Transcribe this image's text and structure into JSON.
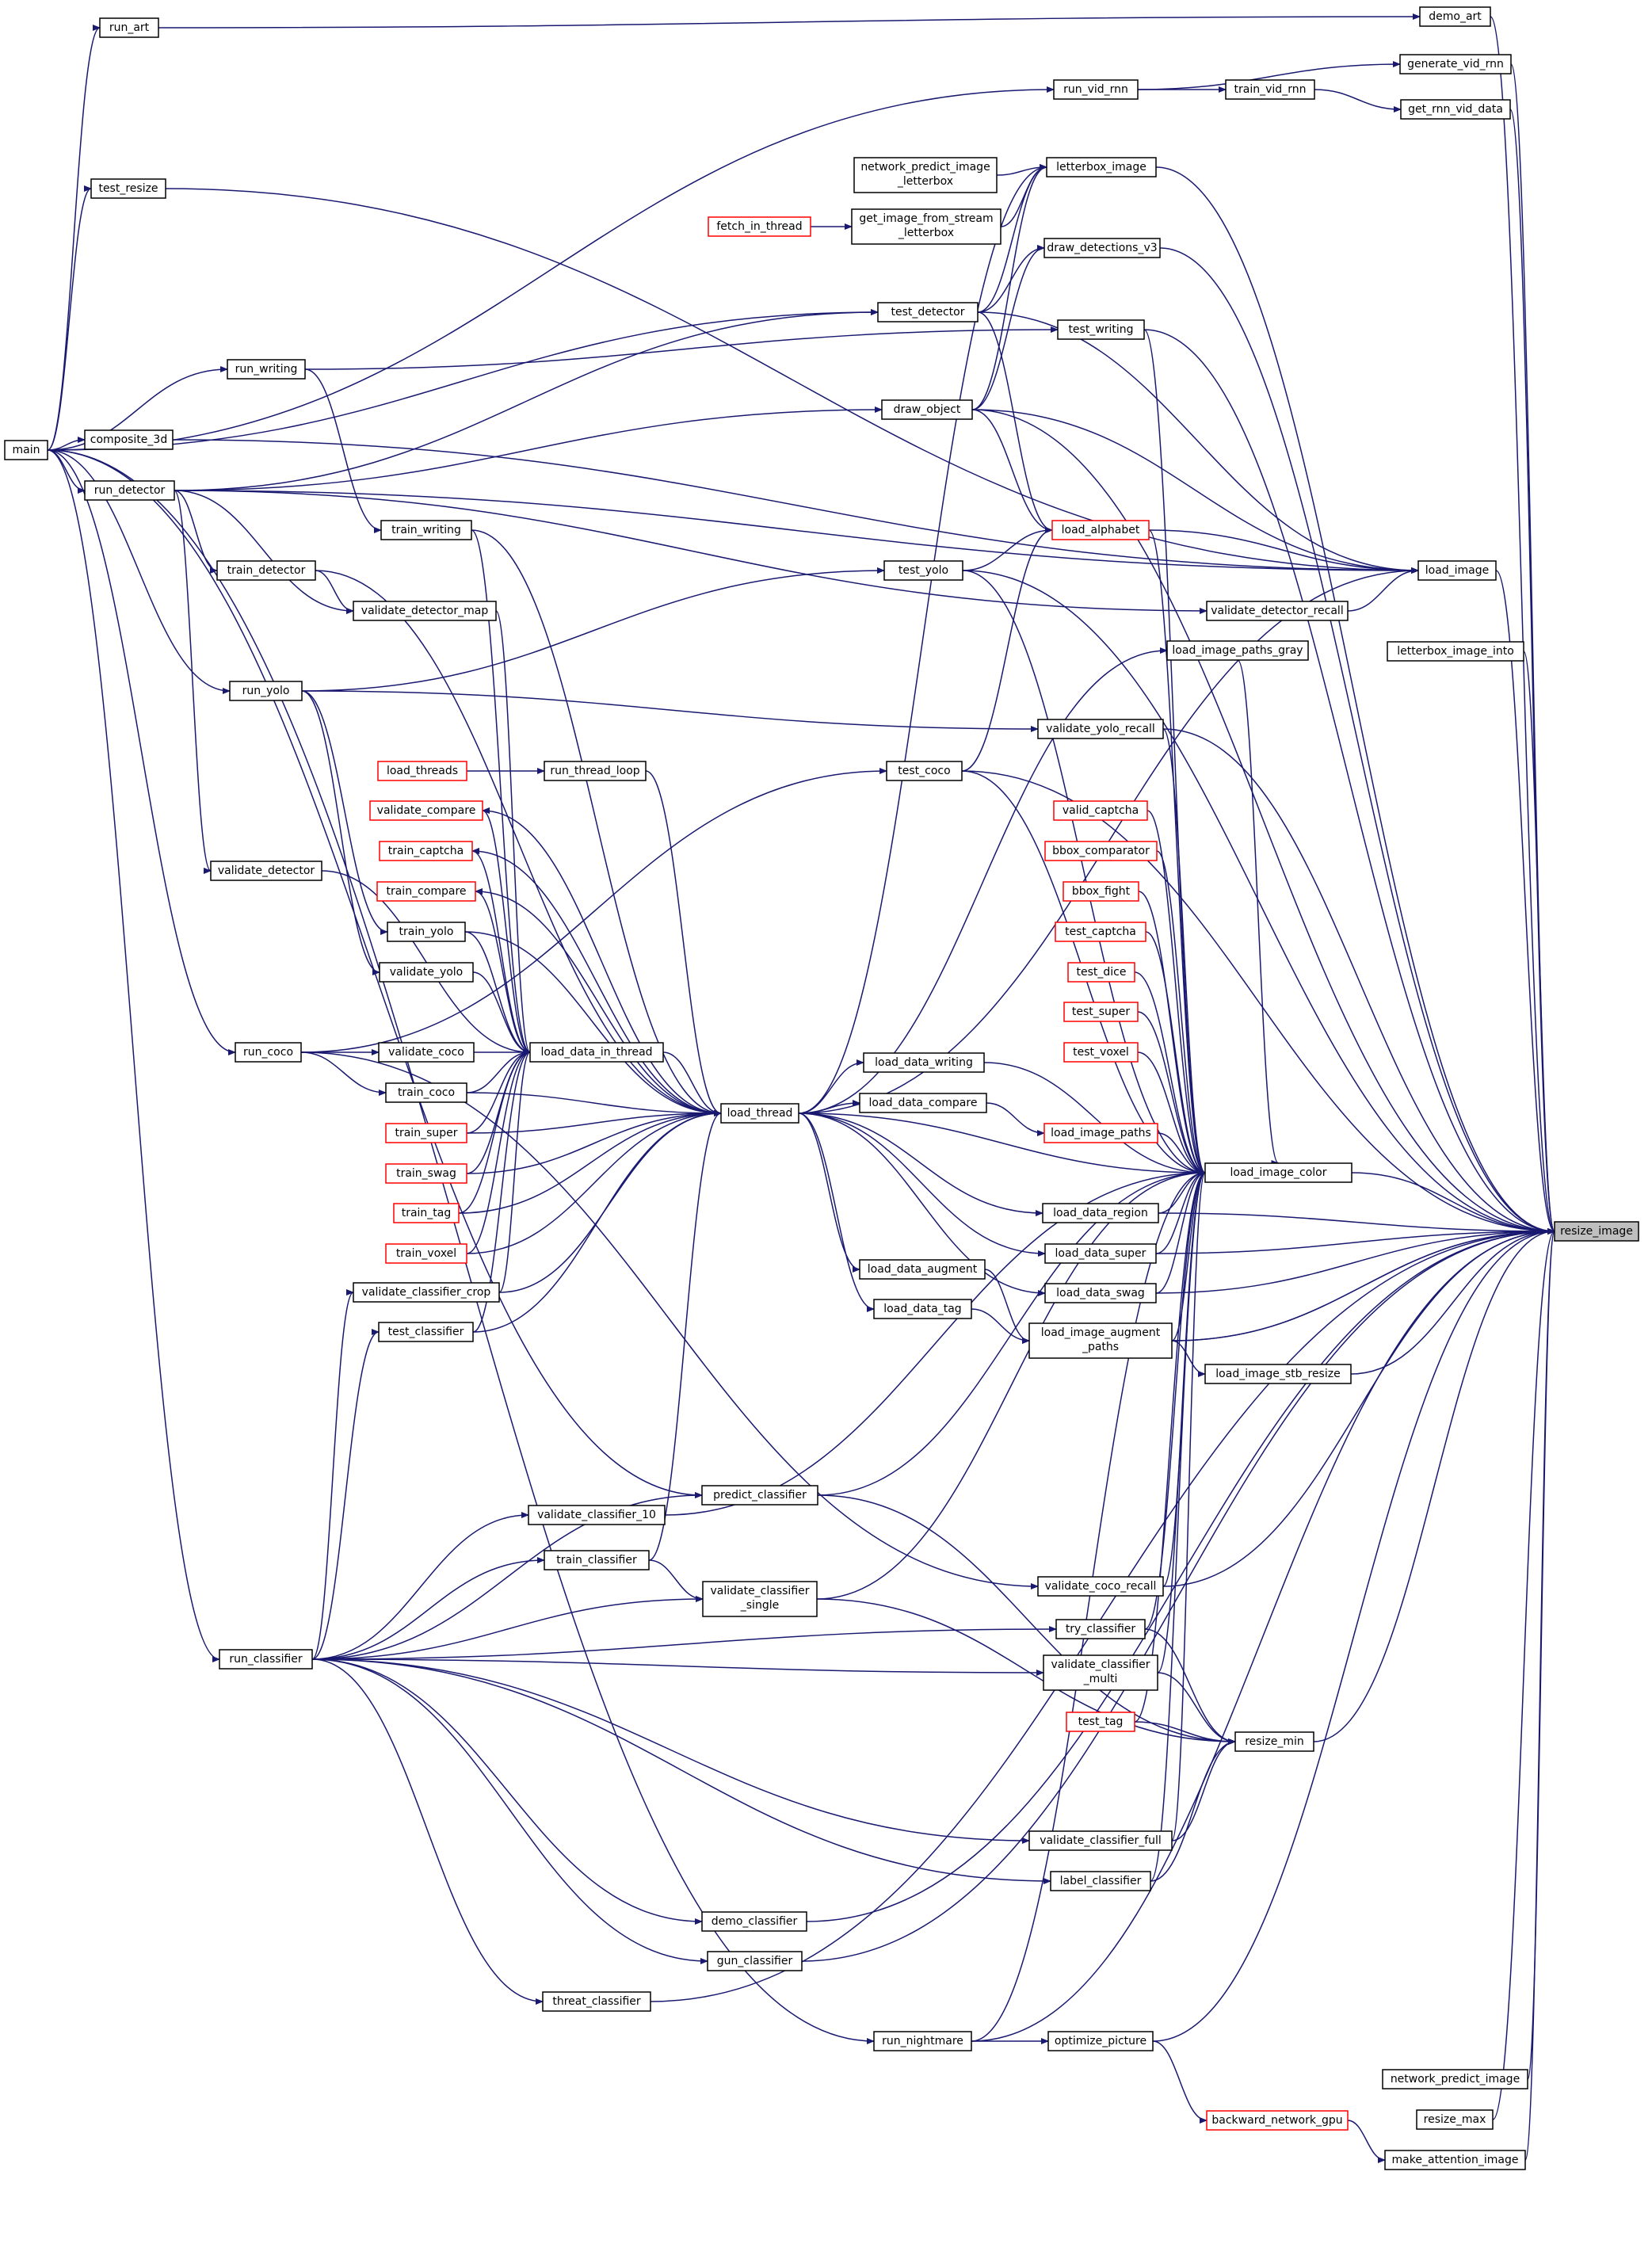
{
  "title": "",
  "colors": {
    "edge": "#191970",
    "node_border": "#000000",
    "link_border_partial": "#ff0000",
    "root_fill": "#bfbfbf"
  },
  "nodes": {
    "resize_image": {
      "label": "resize_image",
      "root": true
    },
    "demo_art": {
      "label": "demo_art"
    },
    "generate_vid_rnn": {
      "label": "generate_vid_rnn"
    },
    "get_rnn_vid_data": {
      "label": "get_rnn_vid_data"
    },
    "letterbox_image_into": {
      "label": "letterbox_image_into"
    },
    "network_predict_image": {
      "label": "network_predict_image"
    },
    "resize_max": {
      "label": "resize_max"
    },
    "make_attention_image": {
      "label": "make_attention_image"
    },
    "run_art": {
      "label": "run_art"
    },
    "run_vid_rnn": {
      "label": "run_vid_rnn"
    },
    "train_vid_rnn": {
      "label": "train_vid_rnn"
    },
    "test_resize": {
      "label": "test_resize"
    },
    "main": {
      "label": "main"
    },
    "network_predict_image_letterbox": {
      "label": [
        "network_predict_image",
        "_letterbox"
      ]
    },
    "letterbox_image": {
      "label": "letterbox_image"
    },
    "fetch_in_thread": {
      "label": "fetch_in_thread",
      "red": true
    },
    "get_image_from_stream_letterbox": {
      "label": [
        "get_image_from_stream",
        "_letterbox"
      ]
    },
    "draw_detections_v3": {
      "label": "draw_detections_v3"
    },
    "test_detector": {
      "label": "test_detector"
    },
    "test_writing": {
      "label": "test_writing"
    },
    "run_writing": {
      "label": "run_writing"
    },
    "draw_object": {
      "label": "draw_object"
    },
    "composite_3d": {
      "label": "composite_3d"
    },
    "run_detector": {
      "label": "run_detector"
    },
    "train_writing": {
      "label": "train_writing"
    },
    "load_alphabet": {
      "label": "load_alphabet",
      "red": true
    },
    "load_image": {
      "label": "load_image"
    },
    "train_detector": {
      "label": "train_detector"
    },
    "test_yolo": {
      "label": "test_yolo"
    },
    "validate_detector_map": {
      "label": "validate_detector_map"
    },
    "validate_detector_recall": {
      "label": "validate_detector_recall"
    },
    "load_image_paths_gray": {
      "label": "load_image_paths_gray"
    },
    "run_yolo": {
      "label": "run_yolo"
    },
    "validate_yolo_recall": {
      "label": "validate_yolo_recall"
    },
    "load_threads": {
      "label": "load_threads",
      "red": true
    },
    "run_thread_loop": {
      "label": "run_thread_loop"
    },
    "test_coco": {
      "label": "test_coco"
    },
    "validate_compare": {
      "label": "validate_compare",
      "red": true
    },
    "valid_captcha": {
      "label": "valid_captcha",
      "red": true
    },
    "train_captcha": {
      "label": "train_captcha",
      "red": true
    },
    "bbox_comparator": {
      "label": "bbox_comparator",
      "red": true
    },
    "validate_detector": {
      "label": "validate_detector"
    },
    "train_compare": {
      "label": "train_compare",
      "red": true
    },
    "bbox_fight": {
      "label": "bbox_fight",
      "red": true
    },
    "train_yolo": {
      "label": "train_yolo"
    },
    "test_captcha": {
      "label": "test_captcha",
      "red": true
    },
    "test_dice": {
      "label": "test_dice",
      "red": true
    },
    "validate_yolo": {
      "label": "validate_yolo"
    },
    "test_super": {
      "label": "test_super",
      "red": true
    },
    "test_voxel": {
      "label": "test_voxel",
      "red": true
    },
    "run_coco": {
      "label": "run_coco"
    },
    "validate_coco": {
      "label": "validate_coco"
    },
    "load_data_in_thread": {
      "label": "load_data_in_thread"
    },
    "load_data_writing": {
      "label": "load_data_writing"
    },
    "train_coco": {
      "label": "train_coco"
    },
    "load_thread": {
      "label": "load_thread"
    },
    "load_data_compare": {
      "label": "load_data_compare"
    },
    "load_image_paths": {
      "label": "load_image_paths",
      "red": true
    },
    "train_super": {
      "label": "train_super",
      "red": true
    },
    "load_image_color": {
      "label": "load_image_color"
    },
    "train_swag": {
      "label": "train_swag",
      "red": true
    },
    "load_data_region": {
      "label": "load_data_region"
    },
    "train_tag": {
      "label": "train_tag",
      "red": true
    },
    "load_data_super": {
      "label": "load_data_super"
    },
    "train_voxel": {
      "label": "train_voxel",
      "red": true
    },
    "load_data_augment": {
      "label": "load_data_augment"
    },
    "load_data_swag": {
      "label": "load_data_swag"
    },
    "validate_classifier_crop": {
      "label": "validate_classifier_crop"
    },
    "load_data_tag": {
      "label": "load_data_tag"
    },
    "test_classifier": {
      "label": "test_classifier"
    },
    "load_image_augment_paths": {
      "label": [
        "load_image_augment",
        "_paths"
      ]
    },
    "load_image_stb_resize": {
      "label": "load_image_stb_resize"
    },
    "predict_classifier": {
      "label": "predict_classifier"
    },
    "validate_classifier_10": {
      "label": "validate_classifier_10"
    },
    "train_classifier": {
      "label": "train_classifier"
    },
    "validate_coco_recall": {
      "label": "validate_coco_recall"
    },
    "validate_classifier_single": {
      "label": [
        "validate_classifier",
        "_single"
      ]
    },
    "try_classifier": {
      "label": "try_classifier"
    },
    "run_classifier": {
      "label": "run_classifier"
    },
    "validate_classifier_multi": {
      "label": [
        "validate_classifier",
        "_multi"
      ]
    },
    "test_tag": {
      "label": "test_tag",
      "red": true
    },
    "resize_min": {
      "label": "resize_min"
    },
    "validate_classifier_full": {
      "label": "validate_classifier_full"
    },
    "label_classifier": {
      "label": "label_classifier"
    },
    "demo_classifier": {
      "label": "demo_classifier"
    },
    "gun_classifier": {
      "label": "gun_classifier"
    },
    "threat_classifier": {
      "label": "threat_classifier"
    },
    "run_nightmare": {
      "label": "run_nightmare"
    },
    "optimize_picture": {
      "label": "optimize_picture"
    },
    "backward_network_gpu": {
      "label": "backward_network_gpu",
      "red": true
    }
  },
  "edges": [
    [
      "run_art",
      "main"
    ],
    [
      "demo_art",
      "run_art"
    ],
    [
      "resize_image",
      "demo_art"
    ],
    [
      "run_vid_rnn",
      "main"
    ],
    [
      "generate_vid_rnn",
      "run_vid_rnn"
    ],
    [
      "resize_image",
      "generate_vid_rnn"
    ],
    [
      "train_vid_rnn",
      "run_vid_rnn"
    ],
    [
      "get_rnn_vid_data",
      "train_vid_rnn"
    ],
    [
      "resize_image",
      "get_rnn_vid_data"
    ],
    [
      "test_resize",
      "main"
    ],
    [
      "load_image",
      "test_resize"
    ],
    [
      "letterbox_image",
      "network_predict_image_letterbox"
    ],
    [
      "letterbox_image",
      "get_image_from_stream_letterbox"
    ],
    [
      "get_image_from_stream_letterbox",
      "fetch_in_thread"
    ],
    [
      "letterbox_image",
      "test_detector"
    ],
    [
      "letterbox_image",
      "draw_object"
    ],
    [
      "letterbox_image",
      "load_thread"
    ],
    [
      "resize_image",
      "letterbox_image"
    ],
    [
      "draw_detections_v3",
      "test_detector"
    ],
    [
      "draw_detections_v3",
      "draw_object"
    ],
    [
      "resize_image",
      "draw_detections_v3"
    ],
    [
      "test_detector",
      "main"
    ],
    [
      "test_detector",
      "run_detector"
    ],
    [
      "test_writing",
      "run_writing"
    ],
    [
      "run_writing",
      "main"
    ],
    [
      "resize_image",
      "test_writing"
    ],
    [
      "draw_object",
      "run_detector"
    ],
    [
      "resize_image",
      "draw_object"
    ],
    [
      "composite_3d",
      "main"
    ],
    [
      "load_image",
      "composite_3d"
    ],
    [
      "run_detector",
      "main"
    ],
    [
      "load_image",
      "run_detector"
    ],
    [
      "load_alphabet",
      "test_detector"
    ],
    [
      "load_alphabet",
      "draw_object"
    ],
    [
      "load_alphabet",
      "test_yolo"
    ],
    [
      "load_alphabet",
      "test_coco"
    ],
    [
      "load_image",
      "load_alphabet"
    ],
    [
      "load_image",
      "test_detector"
    ],
    [
      "load_image",
      "draw_object"
    ],
    [
      "load_image",
      "validate_detector_recall"
    ],
    [
      "load_image",
      "load_thread"
    ],
    [
      "resize_image",
      "load_image"
    ],
    [
      "train_writing",
      "run_writing"
    ],
    [
      "load_thread",
      "train_writing"
    ],
    [
      "load_data_in_thread",
      "train_writing"
    ],
    [
      "train_detector",
      "run_detector"
    ],
    [
      "load_thread",
      "train_detector"
    ],
    [
      "validate_detector_map",
      "run_detector"
    ],
    [
      "validate_detector_map",
      "train_detector"
    ],
    [
      "load_data_in_thread",
      "validate_detector_map"
    ],
    [
      "validate_detector_recall",
      "run_detector"
    ],
    [
      "test_yolo",
      "run_yolo"
    ],
    [
      "resize_image",
      "test_yolo"
    ],
    [
      "load_image_paths_gray",
      "load_thread"
    ],
    [
      "load_image_color",
      "load_image_paths_gray"
    ],
    [
      "run_yolo",
      "main"
    ],
    [
      "validate_yolo_recall",
      "run_yolo"
    ],
    [
      "resize_image",
      "validate_yolo_recall"
    ],
    [
      "run_thread_loop",
      "load_threads"
    ],
    [
      "load_thread",
      "run_thread_loop"
    ],
    [
      "test_coco",
      "run_coco"
    ],
    [
      "resize_image",
      "test_coco"
    ],
    [
      "validate_compare",
      "load_data_in_thread"
    ],
    [
      "validate_compare",
      "load_thread"
    ],
    [
      "train_captcha",
      "load_data_in_thread"
    ],
    [
      "train_captcha",
      "load_thread"
    ],
    [
      "train_compare",
      "load_data_in_thread"
    ],
    [
      "train_compare",
      "load_thread"
    ],
    [
      "validate_detector",
      "run_detector"
    ],
    [
      "load_data_in_thread",
      "validate_detector"
    ],
    [
      "train_yolo",
      "run_yolo"
    ],
    [
      "load_data_in_thread",
      "train_yolo"
    ],
    [
      "load_thread",
      "train_yolo"
    ],
    [
      "validate_yolo",
      "run_yolo"
    ],
    [
      "load_data_in_thread",
      "validate_yolo"
    ],
    [
      "run_coco",
      "main"
    ],
    [
      "validate_coco",
      "run_coco"
    ],
    [
      "load_data_in_thread",
      "validate_coco"
    ],
    [
      "train_coco",
      "run_coco"
    ],
    [
      "load_data_in_thread",
      "train_coco"
    ],
    [
      "load_thread",
      "train_coco"
    ],
    [
      "load_thread",
      "load_data_in_thread"
    ],
    [
      "load_data_writing",
      "load_thread"
    ],
    [
      "load_image_color",
      "load_data_writing"
    ],
    [
      "load_data_compare",
      "load_thread"
    ],
    [
      "load_image_paths",
      "load_data_compare"
    ],
    [
      "load_image_color",
      "load_image_paths"
    ],
    [
      "load_data_in_thread",
      "train_super"
    ],
    [
      "load_thread",
      "train_super"
    ],
    [
      "load_data_in_thread",
      "train_swag"
    ],
    [
      "load_thread",
      "train_swag"
    ],
    [
      "load_data_in_thread",
      "train_tag"
    ],
    [
      "load_thread",
      "train_tag"
    ],
    [
      "load_data_in_thread",
      "train_voxel"
    ],
    [
      "load_thread",
      "train_voxel"
    ],
    [
      "load_data_region",
      "load_thread"
    ],
    [
      "load_image_color",
      "load_data_region"
    ],
    [
      "resize_image",
      "load_data_region"
    ],
    [
      "load_data_super",
      "load_thread"
    ],
    [
      "load_image_color",
      "load_data_super"
    ],
    [
      "resize_image",
      "load_data_super"
    ],
    [
      "load_data_augment",
      "load_thread"
    ],
    [
      "load_image_augment_paths",
      "load_data_augment"
    ],
    [
      "load_data_swag",
      "load_thread"
    ],
    [
      "load_image_color",
      "load_data_swag"
    ],
    [
      "resize_image",
      "load_data_swag"
    ],
    [
      "load_data_tag",
      "load_thread"
    ],
    [
      "load_image_augment_paths",
      "load_data_tag"
    ],
    [
      "validate_classifier_crop",
      "run_classifier"
    ],
    [
      "load_data_in_thread",
      "validate_classifier_crop"
    ],
    [
      "load_thread",
      "validate_classifier_crop"
    ],
    [
      "test_classifier",
      "run_classifier"
    ],
    [
      "load_data_in_thread",
      "test_classifier"
    ],
    [
      "load_thread",
      "test_classifier"
    ],
    [
      "load_image_color",
      "load_image_augment_paths"
    ],
    [
      "resize_image",
      "load_image_augment_paths"
    ],
    [
      "load_image_stb_resize",
      "load_image_augment_paths"
    ],
    [
      "resize_image",
      "load_image_stb_resize"
    ],
    [
      "load_image_color",
      "valid_captcha"
    ],
    [
      "load_image_color",
      "bbox_comparator"
    ],
    [
      "load_image_color",
      "bbox_fight"
    ],
    [
      "load_image_color",
      "test_captcha"
    ],
    [
      "load_image_color",
      "test_dice"
    ],
    [
      "load_image_color",
      "test_super"
    ],
    [
      "load_image_color",
      "test_voxel"
    ],
    [
      "load_image_color",
      "test_writing"
    ],
    [
      "load_image_color",
      "load_alphabet"
    ],
    [
      "load_image_color",
      "test_yolo"
    ],
    [
      "load_image_color",
      "validate_yolo_recall"
    ],
    [
      "load_image_color",
      "test_coco"
    ],
    [
      "load_image_color",
      "load_thread"
    ],
    [
      "load_image_color",
      "validate_classifier_10"
    ],
    [
      "load_image_color",
      "predict_classifier"
    ],
    [
      "load_image_color",
      "validate_classifier_single"
    ],
    [
      "load_image_color",
      "validate_coco_recall"
    ],
    [
      "load_image_color",
      "try_classifier"
    ],
    [
      "load_image_color",
      "validate_classifier_multi"
    ],
    [
      "load_image_color",
      "test_tag"
    ],
    [
      "load_image_color",
      "validate_classifier_full"
    ],
    [
      "load_image_color",
      "label_classifier"
    ],
    [
      "load_image_color",
      "run_nightmare"
    ],
    [
      "resize_image",
      "load_image_color"
    ],
    [
      "predict_classifier",
      "main"
    ],
    [
      "predict_classifier",
      "run_classifier"
    ],
    [
      "validate_classifier_10",
      "run_classifier"
    ],
    [
      "train_classifier",
      "run_classifier"
    ],
    [
      "load_thread",
      "train_classifier"
    ],
    [
      "validate_coco_recall",
      "run_coco"
    ],
    [
      "resize_image",
      "validate_coco_recall"
    ],
    [
      "validate_classifier_single",
      "run_classifier"
    ],
    [
      "validate_classifier_single",
      "train_classifier"
    ],
    [
      "try_classifier",
      "run_classifier"
    ],
    [
      "run_classifier",
      "main"
    ],
    [
      "validate_classifier_multi",
      "run_classifier"
    ],
    [
      "resize_min",
      "predict_classifier"
    ],
    [
      "resize_min",
      "validate_classifier_single"
    ],
    [
      "resize_min",
      "try_classifier"
    ],
    [
      "resize_min",
      "validate_classifier_multi"
    ],
    [
      "resize_min",
      "test_tag"
    ],
    [
      "resize_min",
      "validate_classifier_full"
    ],
    [
      "resize_min",
      "label_classifier"
    ],
    [
      "resize_image",
      "resize_min"
    ],
    [
      "validate_classifier_full",
      "run_classifier"
    ],
    [
      "label_classifier",
      "run_classifier"
    ],
    [
      "demo_classifier",
      "run_classifier"
    ],
    [
      "resize_image",
      "demo_classifier"
    ],
    [
      "gun_classifier",
      "run_classifier"
    ],
    [
      "resize_image",
      "gun_classifier"
    ],
    [
      "threat_classifier",
      "run_classifier"
    ],
    [
      "resize_image",
      "threat_classifier"
    ],
    [
      "run_nightmare",
      "main"
    ],
    [
      "optimize_picture",
      "run_nightmare"
    ],
    [
      "resize_image",
      "optimize_picture"
    ],
    [
      "backward_network_gpu",
      "optimize_picture"
    ],
    [
      "make_attention_image",
      "backward_network_gpu"
    ],
    [
      "resize_image",
      "network_predict_image"
    ],
    [
      "resize_image",
      "resize_max"
    ],
    [
      "resize_image",
      "make_attention_image"
    ],
    [
      "resize_image",
      "letterbox_image_into"
    ],
    [
      "resize_image",
      "run_nightmare"
    ],
    [
      "resize_image",
      "load_image_augment_paths"
    ]
  ]
}
